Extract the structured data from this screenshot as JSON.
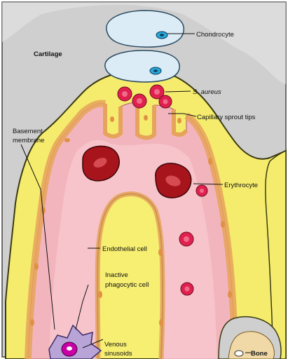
{
  "labels": {
    "chondrocyte": "Chondrocyte",
    "cartilage": "Cartilage",
    "s_aureus": "S. aureus",
    "capillary_sprout_tips": "Capillary sprout tips",
    "basement_membrane_line1": "Basement",
    "basement_membrane_line2": "membrane",
    "erythrocyte": "Erythrocyte",
    "endothelial_cell": "Endothelial cell",
    "inactive_phagocytic_line1": "Inactive",
    "inactive_phagocytic_line2": "phagocytic cell",
    "venous_line1": "Venous",
    "venous_line2": "sinusoids",
    "bone": "Bone"
  },
  "colors": {
    "cartilage_gray": "#cfcfcf",
    "background_white": "#ffffff",
    "chondrocyte_fill": "#dcecf6",
    "chondrocyte_nucleus": "#29a8d8",
    "bone_yellow": "#f5ec6e",
    "capillary_pink": "#f3b5bd",
    "capillary_inner_pink": "#f7cbd0",
    "endothelium_orange": "#e6a35b",
    "bacteria_red": "#e0214f",
    "erythrocyte_dark": "#a8141c",
    "phagocyte_purple": "#b9a4d8",
    "phagocyte_nucleus": "#c800a6"
  }
}
